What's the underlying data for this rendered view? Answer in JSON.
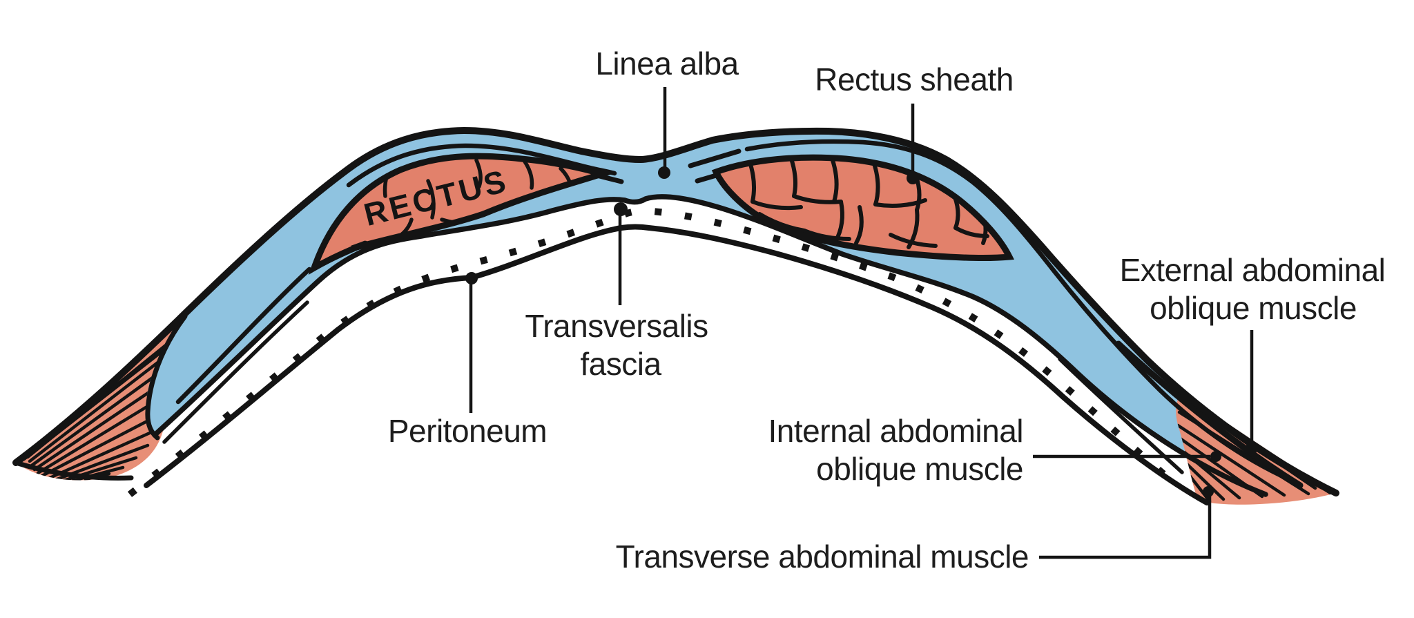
{
  "diagram": {
    "type": "anatomical-cross-section",
    "subject": "Anterior abdominal wall / rectus sheath cross-section"
  },
  "labels": {
    "linea_alba": "Linea alba",
    "rectus_sheath": "Rectus sheath",
    "transversalis_line1": "Transversalis",
    "transversalis_line2": "fascia",
    "peritoneum": "Peritoneum",
    "external_line1": "External abdominal",
    "external_line2": "oblique muscle",
    "internal_line1": "Internal abdominal",
    "internal_line2": "oblique muscle",
    "transverse": "Transverse abdominal muscle",
    "rectus_muscle": "RECTUS"
  },
  "colors": {
    "aponeurosis_blue": "#8FC3E0",
    "muscle_salmon": "#E2816B",
    "lateral_muscle_salmon": "#E78E76",
    "line_black": "#141414",
    "text_dark": "#1D1D1D",
    "background": "#FFFFFF"
  }
}
